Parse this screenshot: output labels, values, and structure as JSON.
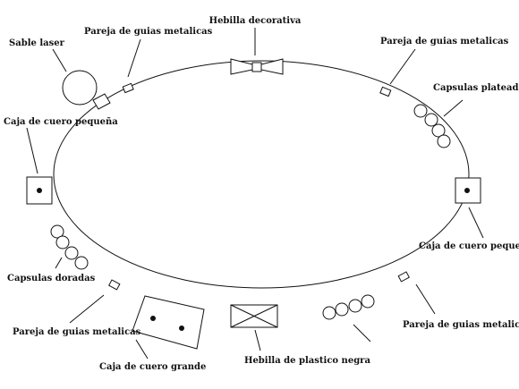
{
  "labels": {
    "hebilla_decorativa": "Hebilla decorativa",
    "sable_laser": "Sable laser",
    "pareja_top_left": "Pareja de guias metalicas",
    "pareja_top_right": "Pareja de guias metalicas",
    "capsulas_plateadas": "Capsulas plateadas",
    "caja_pequena_left": "Caja de cuero pequeña",
    "caja_pequena_right": "Caja de cuero pequeña",
    "capsulas_doradas": "Capsulas doradas",
    "pareja_bottom_left": "Pareja de guias metalicas",
    "caja_grande": "Caja de cuero grande",
    "hebilla_plastico": "Hebilla de plastico  negra",
    "pareja_bottom_right": "Pareja de guias metalicas"
  },
  "colors": {
    "stroke": "#111111",
    "background": "#ffffff"
  }
}
